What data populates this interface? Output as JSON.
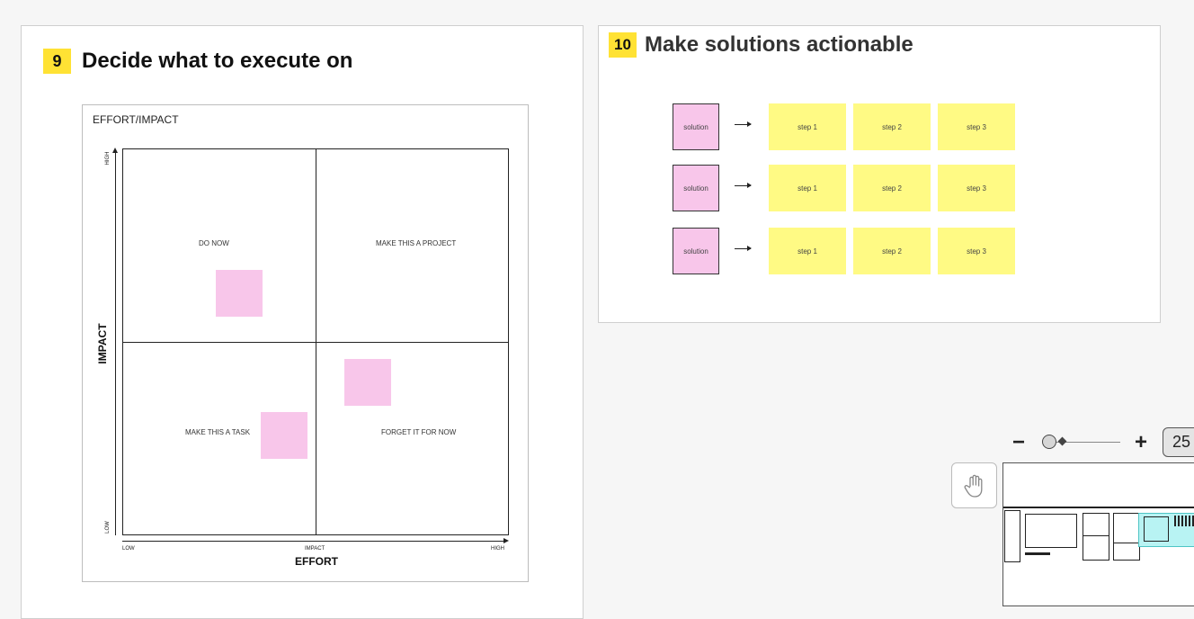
{
  "section9": {
    "number": "9",
    "title": "Decide what to execute on",
    "matrix": {
      "heading": "EFFORT/IMPACT",
      "y_axis_label": "IMPACT",
      "x_axis_label": "EFFORT",
      "y_high": "HIGH",
      "y_low": "LOW",
      "x_low": "LOW",
      "x_mid": "IMPACT",
      "x_high": "HIGH",
      "quadrants": {
        "top_left": "DO NOW",
        "top_right": "MAKE THIS A PROJECT",
        "bottom_left": "MAKE THIS A TASK",
        "bottom_right": "FORGET IT FOR NOW"
      }
    }
  },
  "section10": {
    "number": "10",
    "title": "Make solutions actionable",
    "rows": [
      {
        "solution": "solution",
        "steps": [
          "step 1",
          "step 2",
          "step 3"
        ]
      },
      {
        "solution": "solution",
        "steps": [
          "step 1",
          "step 2",
          "step 3"
        ]
      },
      {
        "solution": "solution",
        "steps": [
          "step 1",
          "step 2",
          "step 3"
        ]
      }
    ]
  },
  "zoom": {
    "minus": "−",
    "plus": "+",
    "value": "25"
  },
  "colors": {
    "badge": "#ffe234",
    "pink_sticky": "#f8c6ea",
    "yellow_sticky": "#fffa84"
  }
}
